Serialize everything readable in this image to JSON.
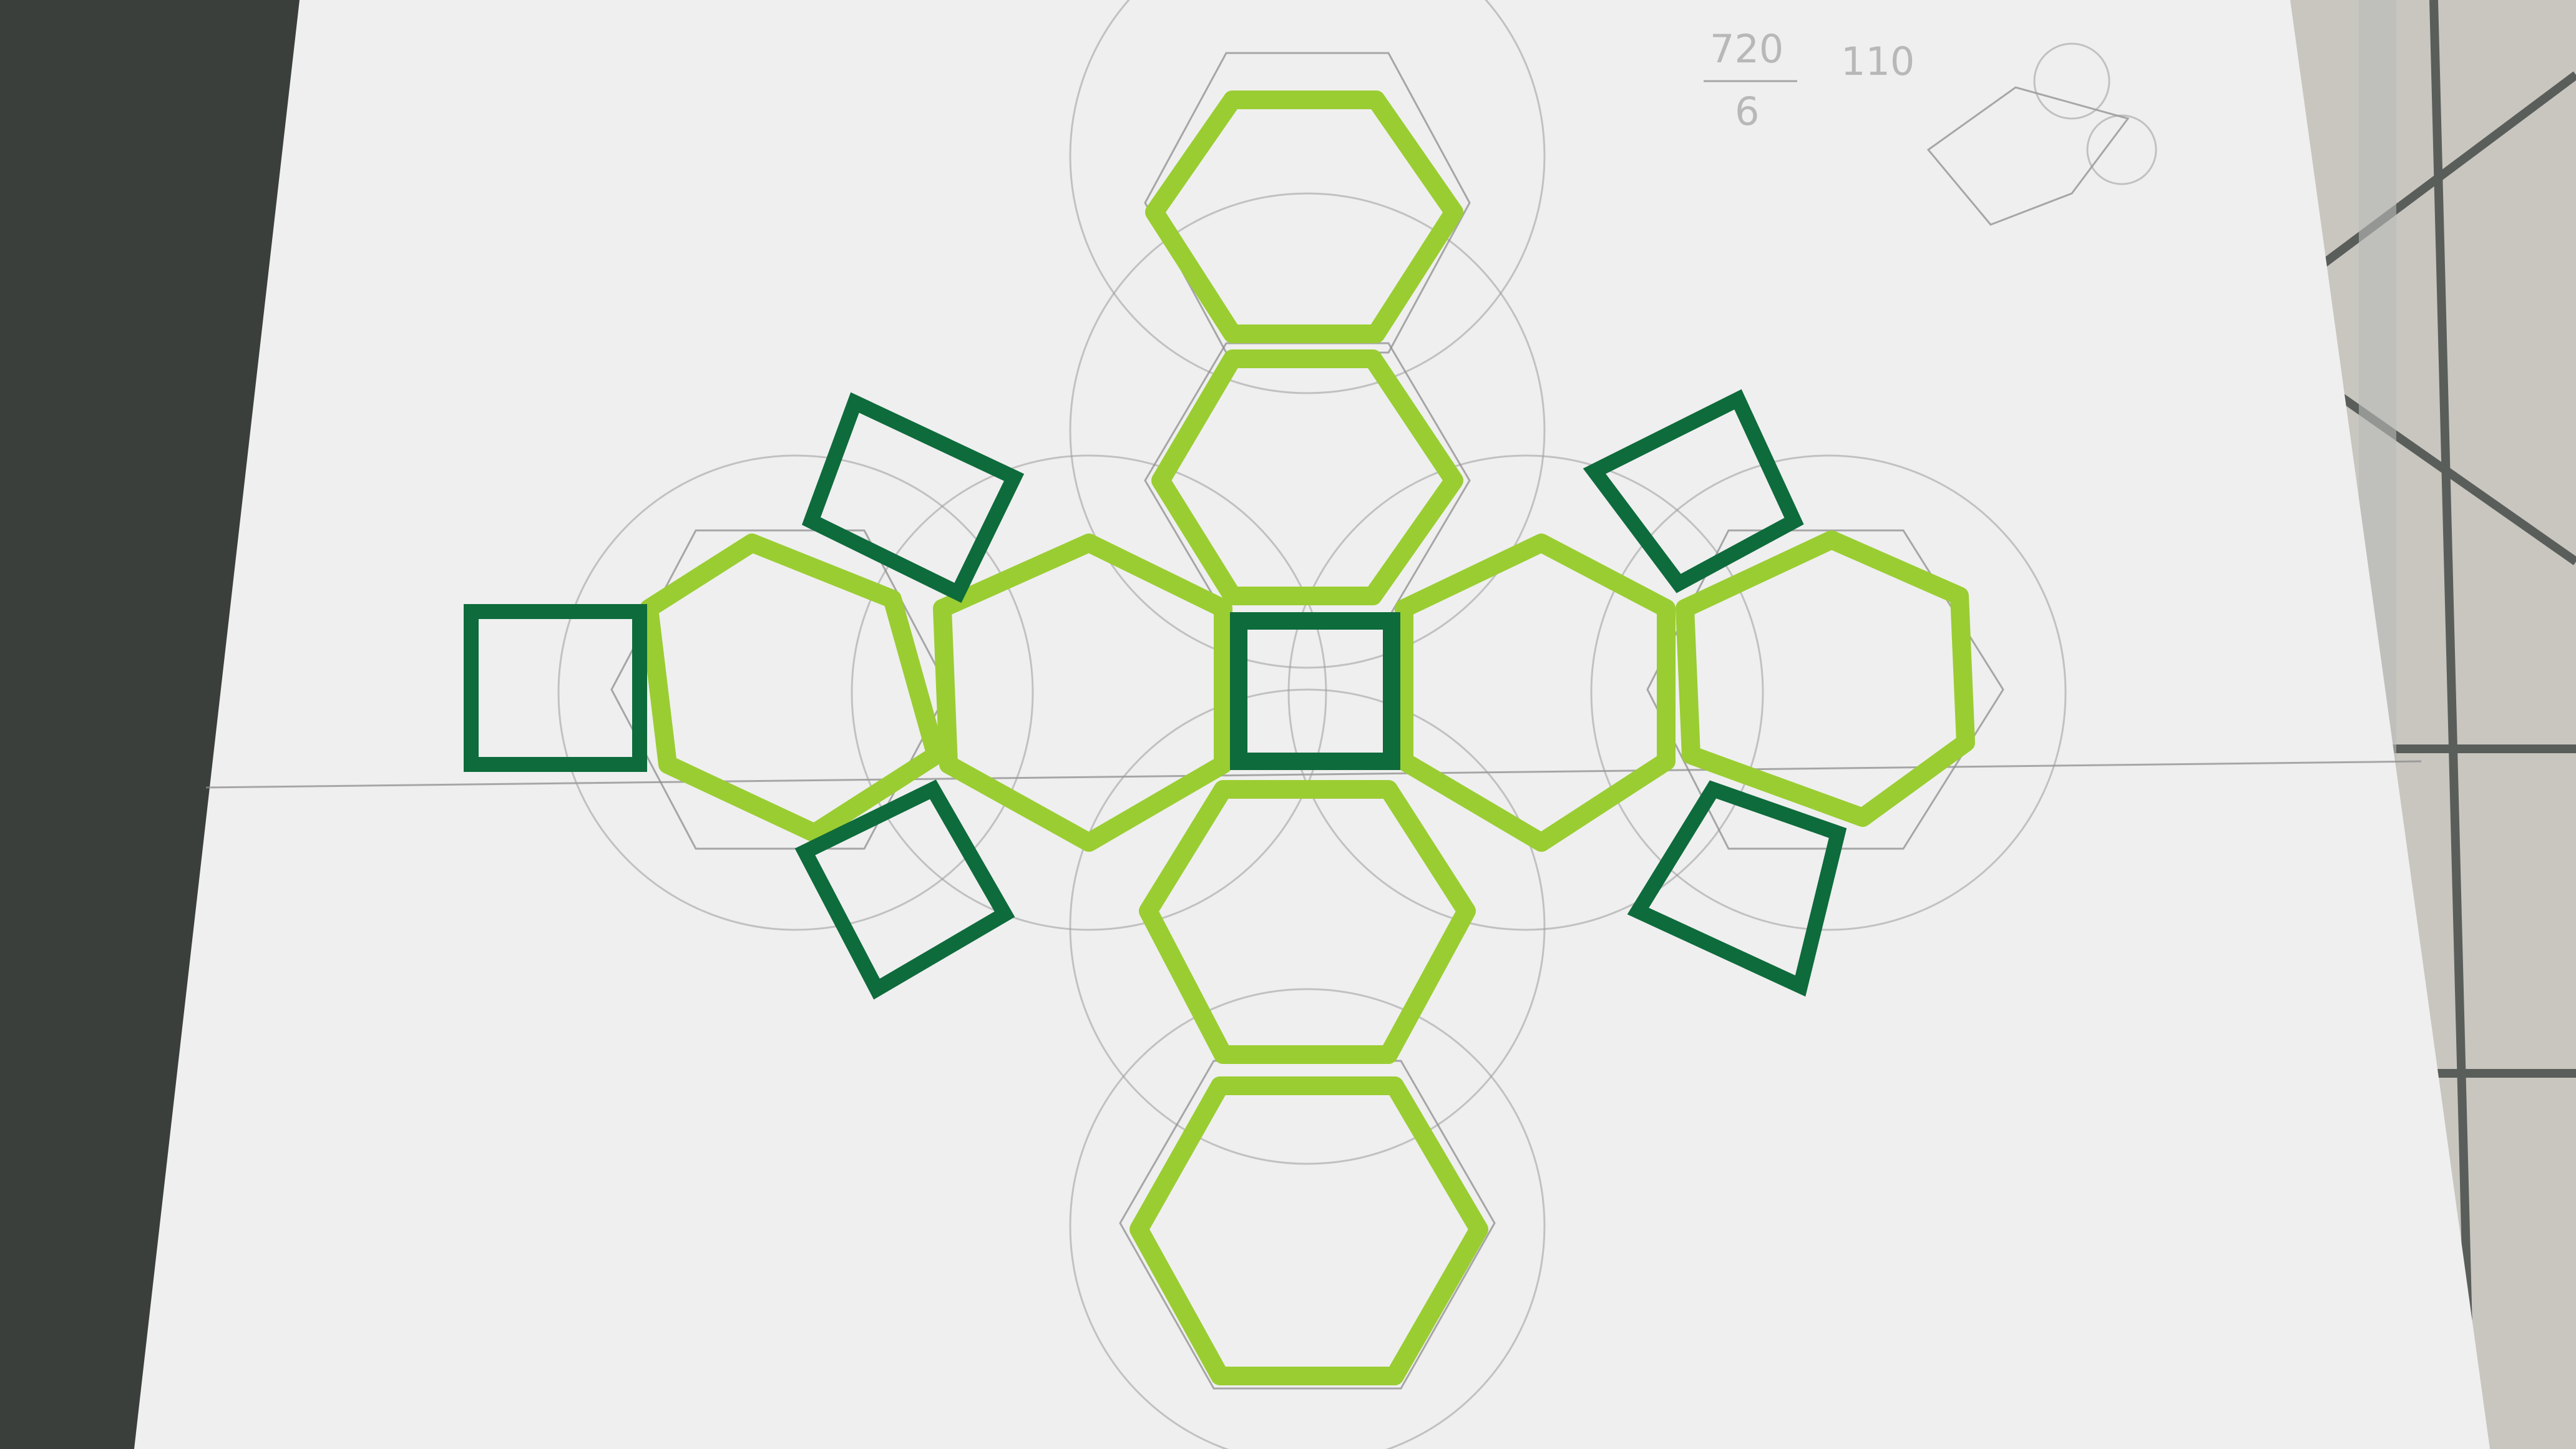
{
  "scene": {
    "description_type": "photo-of-paper-net",
    "colors": {
      "background_dark": "#3a3f3c",
      "tile": "#c9c6c0",
      "tile_line": "#5a5e5b",
      "paper": "#efefef",
      "hexagon_stroke": "#9acd32",
      "square_stroke": "#0e6b3c",
      "pencil": "#8e8e8e"
    },
    "notes": {
      "fraction_top": "720",
      "fraction_bottom": "6",
      "side_number": "110"
    },
    "face_counts": {
      "hexagons": 8,
      "squares": 6
    }
  }
}
